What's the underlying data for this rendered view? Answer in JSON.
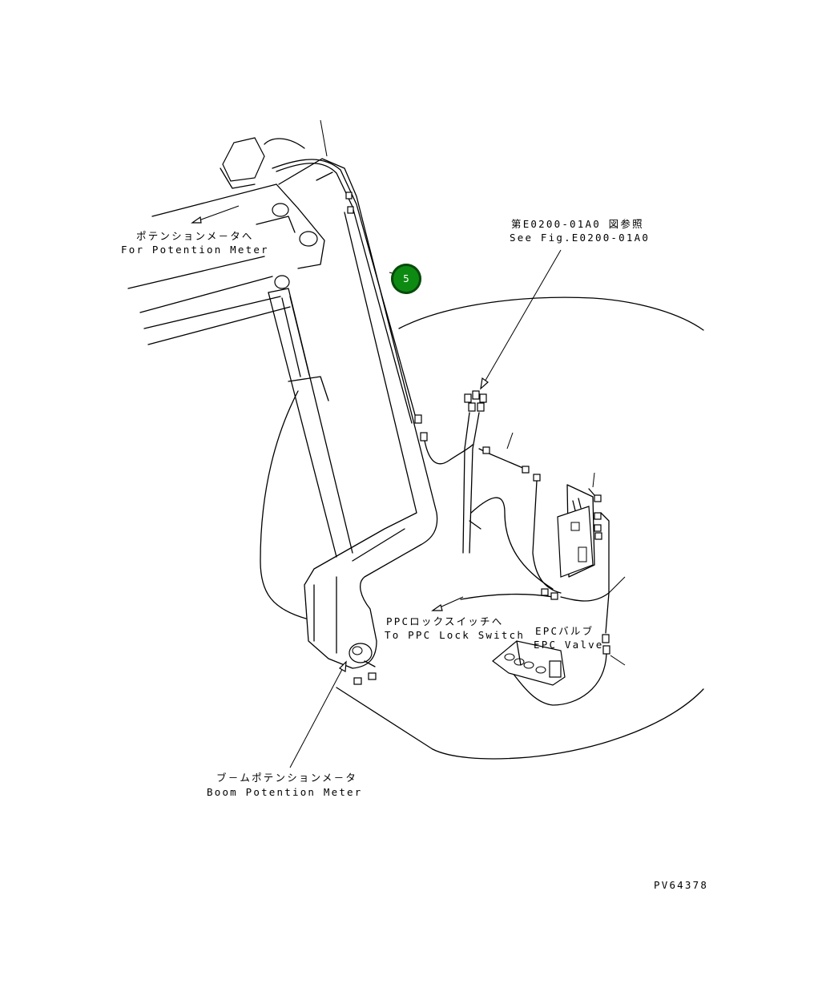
{
  "labels": {
    "for_potention_meter_jp": "ポテンションメ－タへ",
    "for_potention_meter_en": "For Potention Meter",
    "see_fig_jp": "第E0200-01A0 図参照",
    "see_fig_en": "See Fig.E0200-01A0",
    "ppc_lock_switch_jp": "PPCロックスイッチへ",
    "ppc_lock_switch_en": "To PPC Lock Switch",
    "epc_valve_jp": "EPCバルブ",
    "epc_valve_en": "EPC Valve",
    "boom_potention_meter_jp": "ブ－ムポテンションメ－タ",
    "boom_potention_meter_en": "Boom Potention Meter",
    "drawing_number": "PV64378"
  },
  "callouts": [
    {
      "number": "5",
      "color": "#0d8a12"
    }
  ]
}
